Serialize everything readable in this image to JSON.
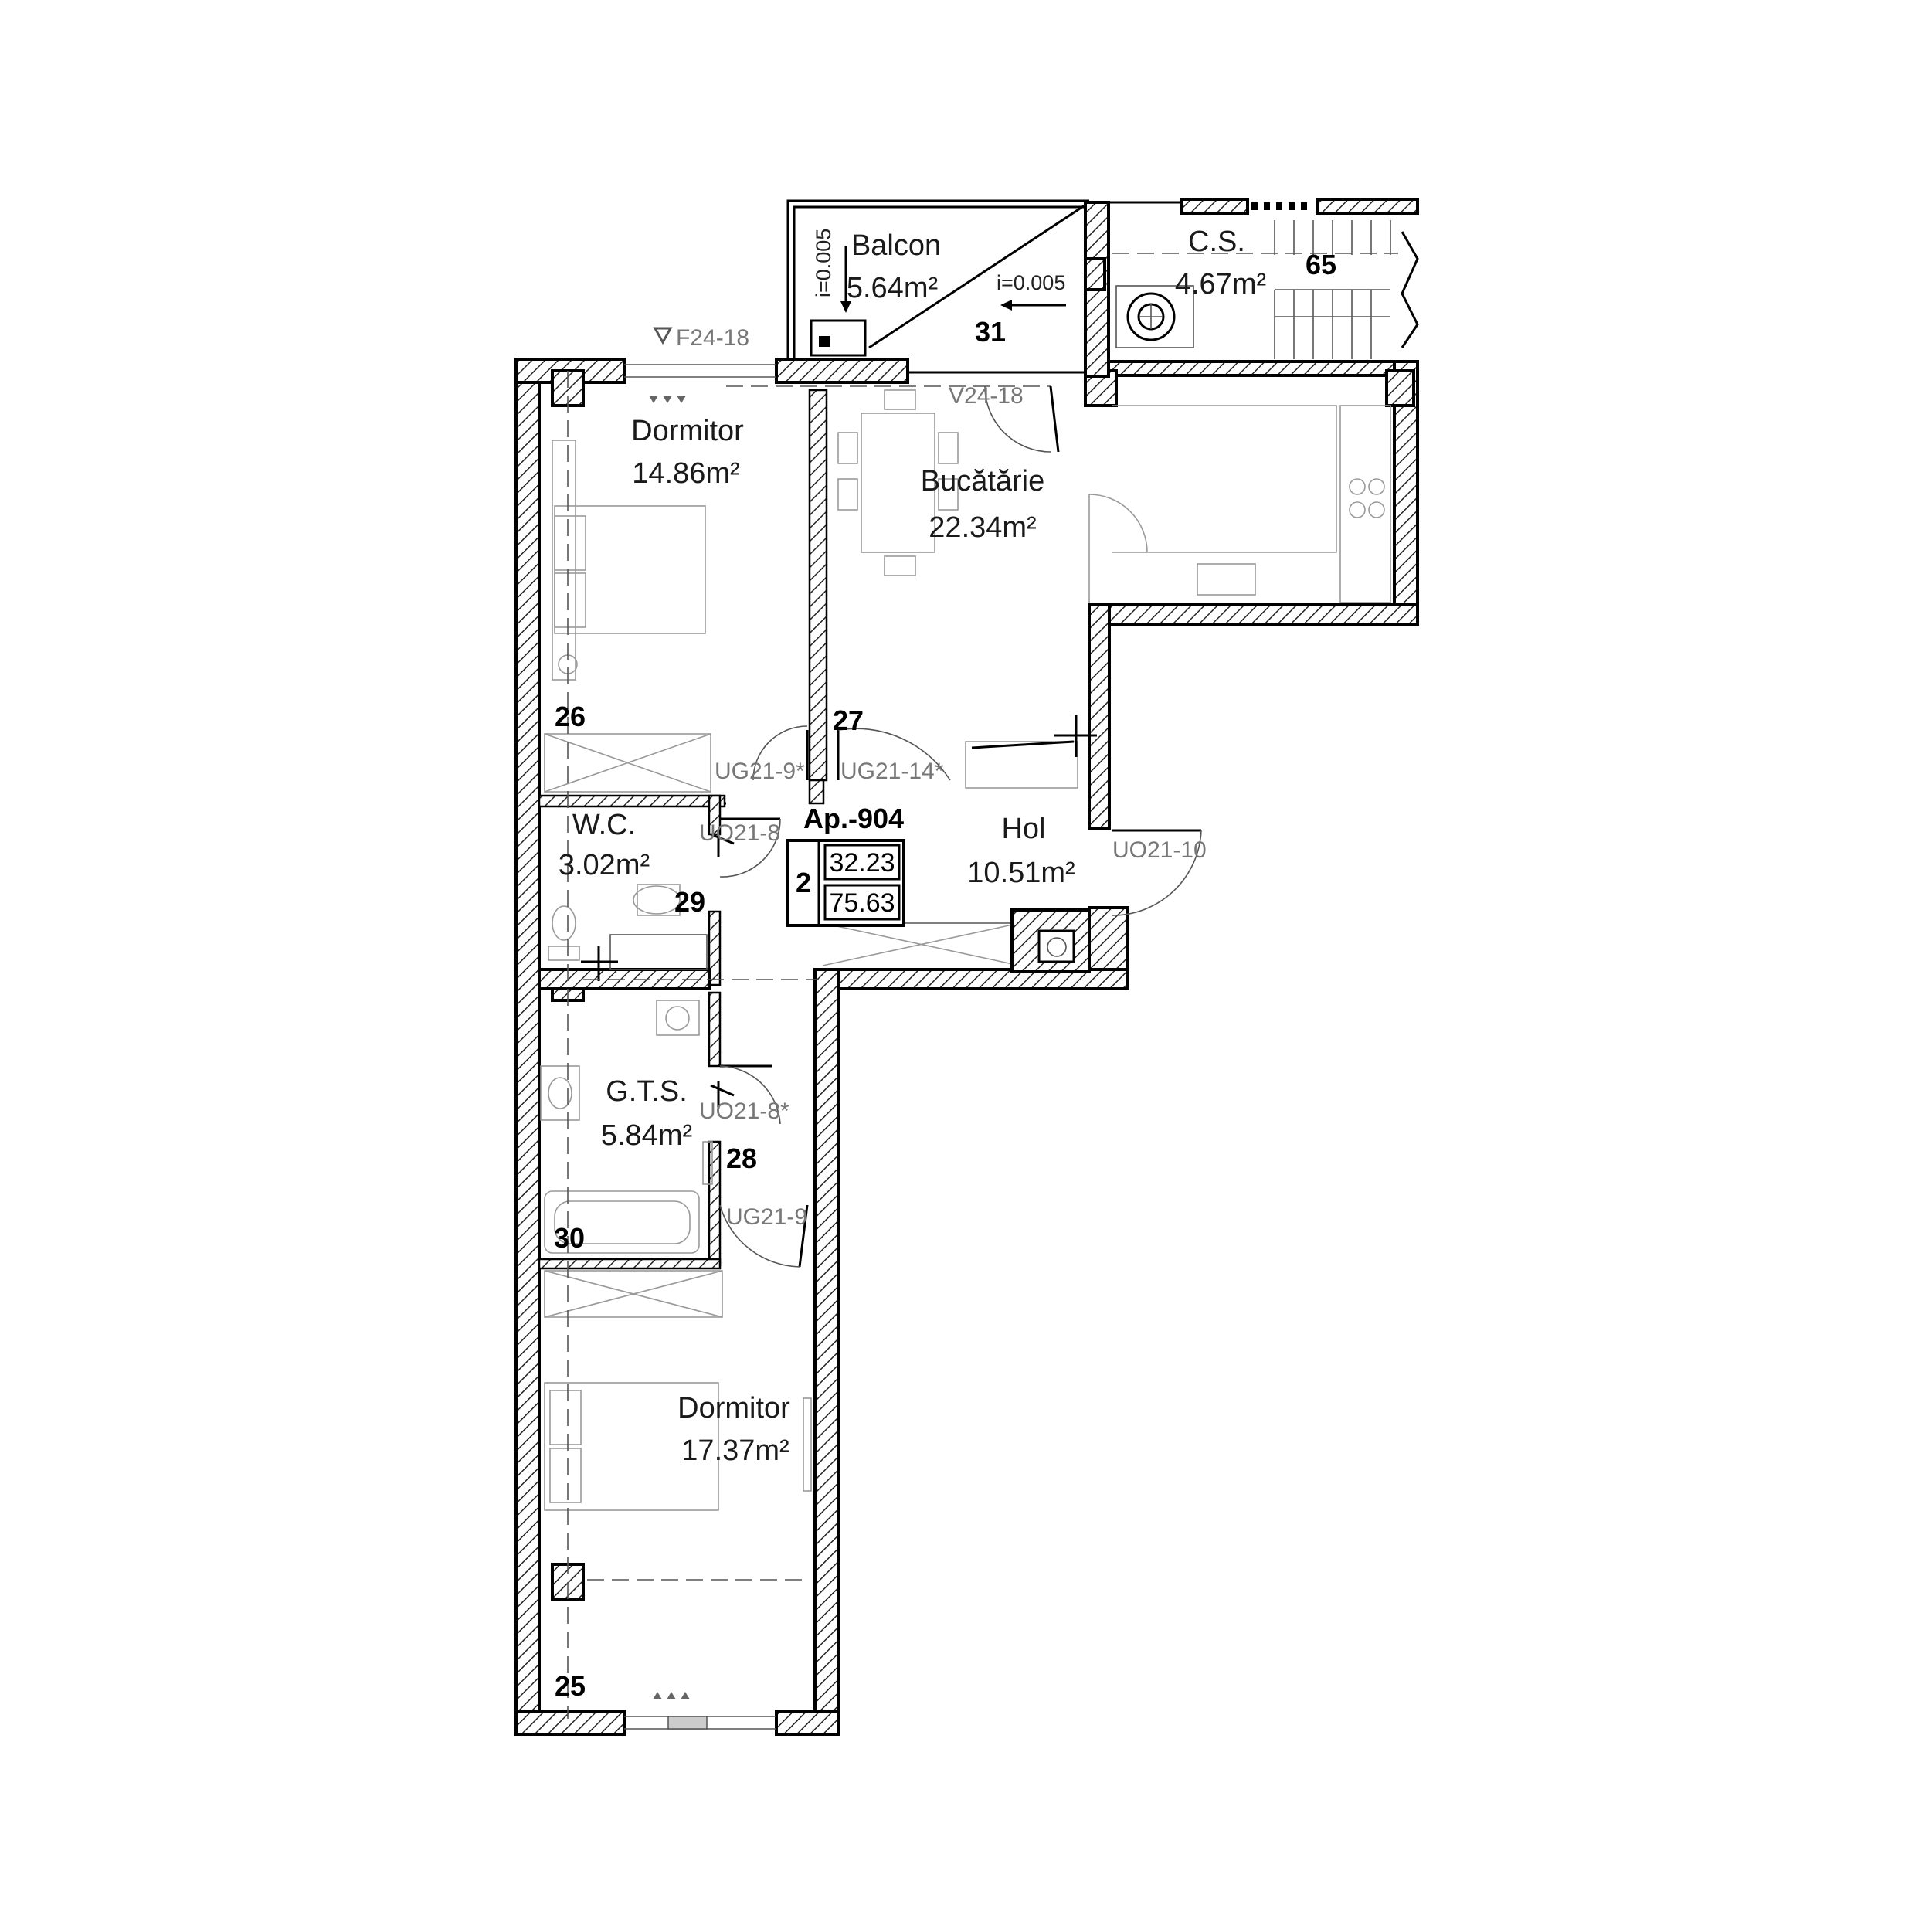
{
  "rooms": {
    "balcon": {
      "name": "Balcon",
      "area": "5.64m²"
    },
    "cs": {
      "name": "C.S.",
      "area": "4.67m²"
    },
    "dormitor1": {
      "name": "Dormitor",
      "area": "14.86m²"
    },
    "bucatarie": {
      "name": "Bucătărie",
      "area": "22.34m²"
    },
    "wc": {
      "name": "W.C.",
      "area": "3.02m²"
    },
    "hol": {
      "name": "Hol",
      "area": "10.51m²"
    },
    "gts": {
      "name": "G.T.S.",
      "area": "5.84m²"
    },
    "dormitor2": {
      "name": "Dormitor",
      "area": "17.37m²"
    }
  },
  "numbers": {
    "n65": "65",
    "n31": "31",
    "n26": "26",
    "n27": "27",
    "n29": "29",
    "n28": "28",
    "n30": "30",
    "n25": "25"
  },
  "tags": {
    "f24": "F24-18",
    "v24": "V24-18",
    "slope1": "i=0.005",
    "slope2": "i=0.005",
    "ug9a": "UG21-9*",
    "ug14": "UG21-14*",
    "uo8": "UO21-8",
    "uo10": "UO21-10",
    "uo8b": "UO21-8*",
    "ug9": "UG21-9"
  },
  "apartment": {
    "label": "Ap.-904",
    "rooms": "2",
    "living_area": "32.23",
    "total_area": "75.63"
  }
}
